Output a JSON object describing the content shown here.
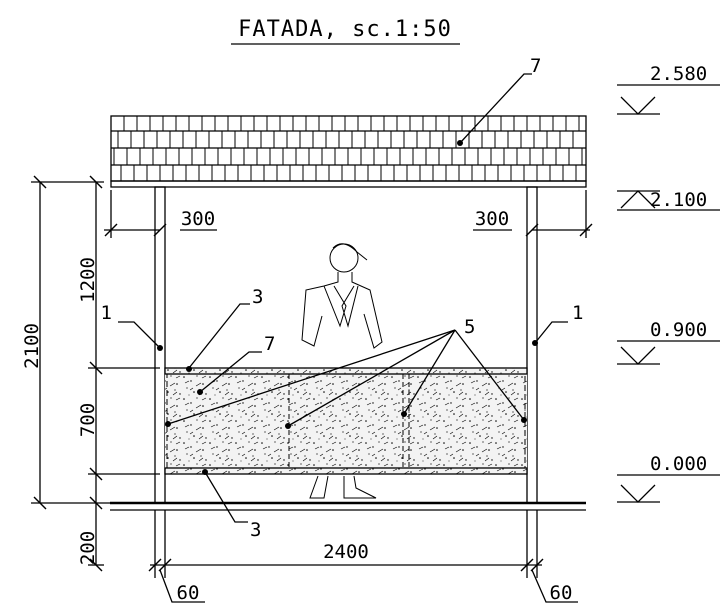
{
  "title": "FATADA, sc.1:50",
  "levels": [
    "2.580",
    "2.100",
    "0.900",
    "0.000"
  ],
  "dimensions": {
    "total_height": "2100",
    "upper_height": "1200",
    "panel_height": "700",
    "base_height": "200",
    "width": "2400",
    "post_left": "60",
    "post_right": "60",
    "overhang_left": "300",
    "overhang_right": "300"
  },
  "callouts": {
    "roof": "7",
    "panel_fill": "7",
    "post_left": "1",
    "post_right": "1",
    "rail_top": "3",
    "rail_bottom": "3",
    "connectors": "5"
  }
}
